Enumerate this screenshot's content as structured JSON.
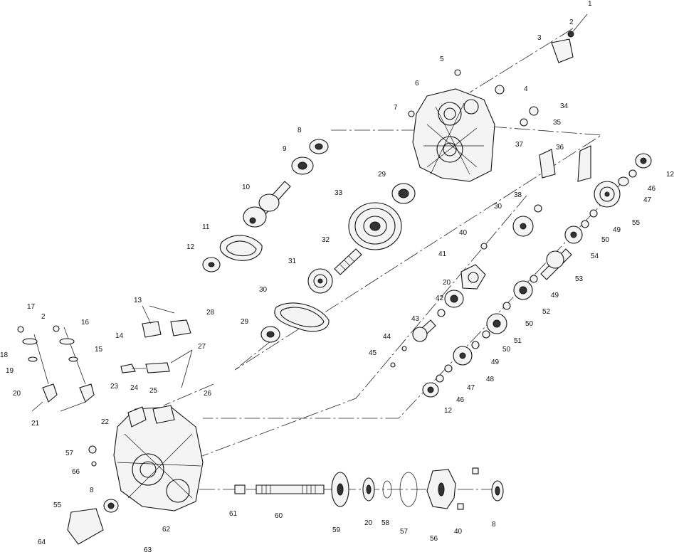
{
  "callouts": [
    {
      "id": "c1",
      "text": "1"
    },
    {
      "id": "c2",
      "text": "2"
    },
    {
      "id": "c3",
      "text": "3"
    },
    {
      "id": "c4",
      "text": "4"
    },
    {
      "id": "c5",
      "text": "5"
    },
    {
      "id": "c6",
      "text": "6"
    },
    {
      "id": "c7",
      "text": "7"
    },
    {
      "id": "c8a",
      "text": "8"
    },
    {
      "id": "c9",
      "text": "9"
    },
    {
      "id": "c10",
      "text": "10"
    },
    {
      "id": "c11",
      "text": "11"
    },
    {
      "id": "c12a",
      "text": "12"
    },
    {
      "id": "c12b",
      "text": "12"
    },
    {
      "id": "c12c",
      "text": "12"
    },
    {
      "id": "c13",
      "text": "13"
    },
    {
      "id": "c14",
      "text": "14"
    },
    {
      "id": "c15",
      "text": "15"
    },
    {
      "id": "c16",
      "text": "16"
    },
    {
      "id": "c17",
      "text": "17"
    },
    {
      "id": "c2b",
      "text": "2"
    },
    {
      "id": "c18",
      "text": "18"
    },
    {
      "id": "c19",
      "text": "19"
    },
    {
      "id": "c20a",
      "text": "20"
    },
    {
      "id": "c20b",
      "text": "20"
    },
    {
      "id": "c20c",
      "text": "20"
    },
    {
      "id": "c21",
      "text": "21"
    },
    {
      "id": "c22",
      "text": "22"
    },
    {
      "id": "c23",
      "text": "23"
    },
    {
      "id": "c24",
      "text": "24"
    },
    {
      "id": "c25",
      "text": "25"
    },
    {
      "id": "c26",
      "text": "26"
    },
    {
      "id": "c27",
      "text": "27"
    },
    {
      "id": "c28",
      "text": "28"
    },
    {
      "id": "c29a",
      "text": "29"
    },
    {
      "id": "c29b",
      "text": "29"
    },
    {
      "id": "c30a",
      "text": "30"
    },
    {
      "id": "c30b",
      "text": "30"
    },
    {
      "id": "c31",
      "text": "31"
    },
    {
      "id": "c32",
      "text": "32"
    },
    {
      "id": "c33",
      "text": "33"
    },
    {
      "id": "c34",
      "text": "34"
    },
    {
      "id": "c35",
      "text": "35"
    },
    {
      "id": "c36",
      "text": "36"
    },
    {
      "id": "c37",
      "text": "37"
    },
    {
      "id": "c38",
      "text": "38"
    },
    {
      "id": "c40a",
      "text": "40"
    },
    {
      "id": "c40b",
      "text": "40"
    },
    {
      "id": "c41",
      "text": "41"
    },
    {
      "id": "c42",
      "text": "42"
    },
    {
      "id": "c43",
      "text": "43"
    },
    {
      "id": "c44",
      "text": "44"
    },
    {
      "id": "c45",
      "text": "45"
    },
    {
      "id": "c46a",
      "text": "46"
    },
    {
      "id": "c46b",
      "text": "46"
    },
    {
      "id": "c47a",
      "text": "47"
    },
    {
      "id": "c47b",
      "text": "47"
    },
    {
      "id": "c48",
      "text": "48"
    },
    {
      "id": "c49a",
      "text": "49"
    },
    {
      "id": "c49b",
      "text": "49"
    },
    {
      "id": "c49c",
      "text": "49"
    },
    {
      "id": "c50a",
      "text": "50"
    },
    {
      "id": "c50b",
      "text": "50"
    },
    {
      "id": "c50c",
      "text": "50"
    },
    {
      "id": "c51",
      "text": "51"
    },
    {
      "id": "c52",
      "text": "52"
    },
    {
      "id": "c53",
      "text": "53"
    },
    {
      "id": "c54",
      "text": "54"
    },
    {
      "id": "c55a",
      "text": "55"
    },
    {
      "id": "c55b",
      "text": "55"
    },
    {
      "id": "c56",
      "text": "56"
    },
    {
      "id": "c57a",
      "text": "57"
    },
    {
      "id": "c57b",
      "text": "57"
    },
    {
      "id": "c58",
      "text": "58"
    },
    {
      "id": "c59",
      "text": "59"
    },
    {
      "id": "c60",
      "text": "60"
    },
    {
      "id": "c61",
      "text": "61"
    },
    {
      "id": "c62",
      "text": "62"
    },
    {
      "id": "c63",
      "text": "63"
    },
    {
      "id": "c64",
      "text": "64"
    },
    {
      "id": "c66",
      "text": "66"
    },
    {
      "id": "c8b",
      "text": "8"
    },
    {
      "id": "c8c",
      "text": "8"
    }
  ]
}
